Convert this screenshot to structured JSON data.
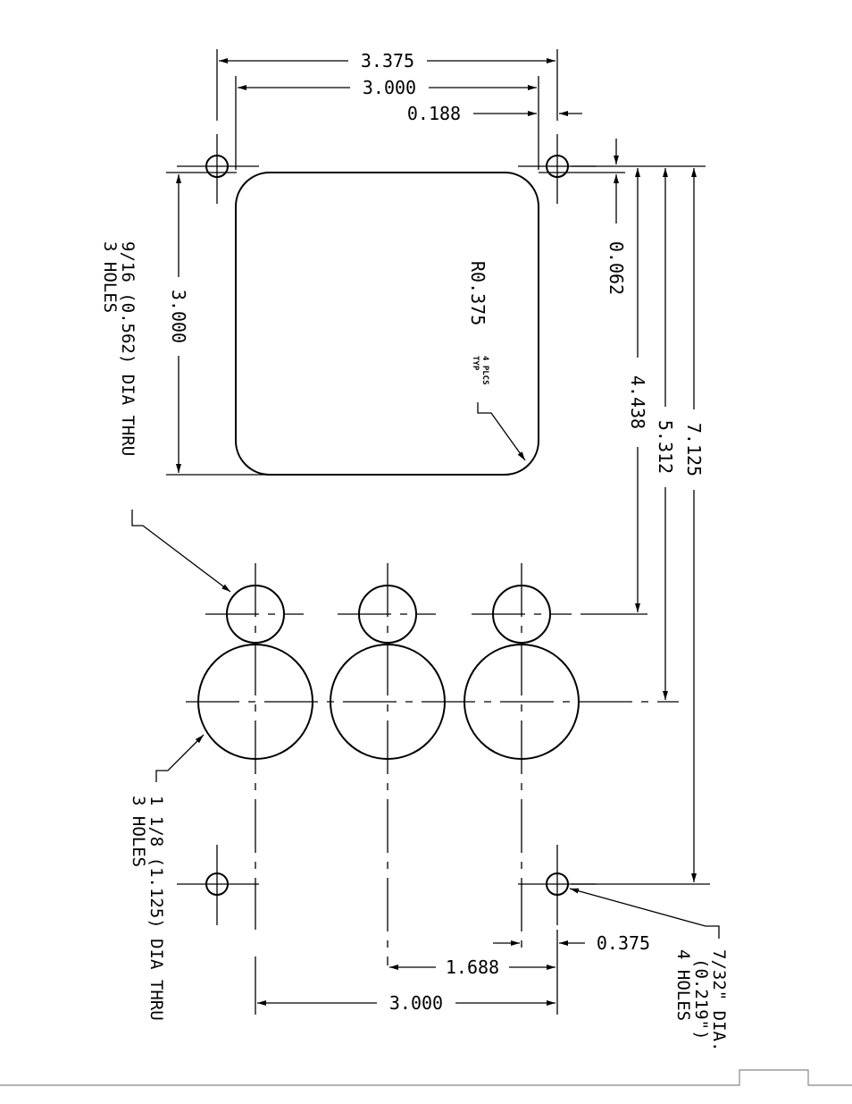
{
  "dimensions": {
    "overall_width": "3.375",
    "cutout_width": "3.000",
    "edge_offset": "0.188",
    "top_offset": "0.062",
    "cutout_height": "3.000",
    "small_hole_row": "4.438",
    "large_hole_row": "5.312",
    "overall_height": "7.125",
    "bottom_edge_offset": "0.375",
    "hole_pitch": "1.688",
    "hole_span": "3.000"
  },
  "notes": {
    "corner_radius": "R0.375",
    "corner_typ": "TYP",
    "corner_plcs": "4 PLCS",
    "small_holes_line1": "9/16 (0.562) DIA THRU",
    "small_holes_line2": "3 HOLES",
    "large_holes_line1": "1 1/8 (1.125) DIA THRU",
    "large_holes_line2": "3 HOLES",
    "mount_holes_line1": "7/32\" DIA.",
    "mount_holes_line2": "(0.219\")",
    "mount_holes_line3": "4 HOLES"
  }
}
